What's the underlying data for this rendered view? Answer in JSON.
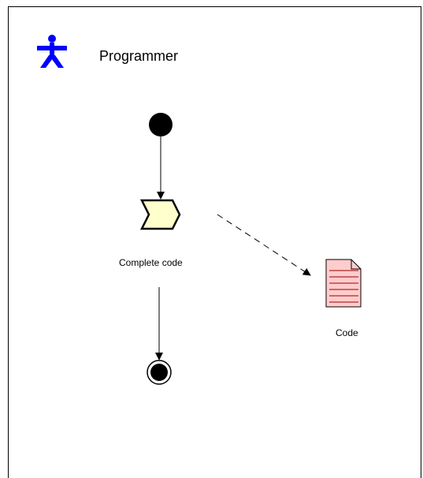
{
  "role": {
    "name": "Programmer",
    "icon": "stick-figure-role-icon",
    "color": "#0000ff"
  },
  "activity": {
    "name": "Complete code",
    "icon": "chevron-task-icon",
    "fill": "#ffffcc"
  },
  "artifact": {
    "name": "Code",
    "icon": "document-artifact-icon",
    "fill": "#ffcccc",
    "stroke": "#990000"
  },
  "flow": [
    {
      "from": "initial-node",
      "to": "activity",
      "style": "solid"
    },
    {
      "from": "activity",
      "to": "final-node",
      "style": "solid"
    },
    {
      "from": "activity",
      "to": "artifact",
      "style": "dashed"
    }
  ]
}
